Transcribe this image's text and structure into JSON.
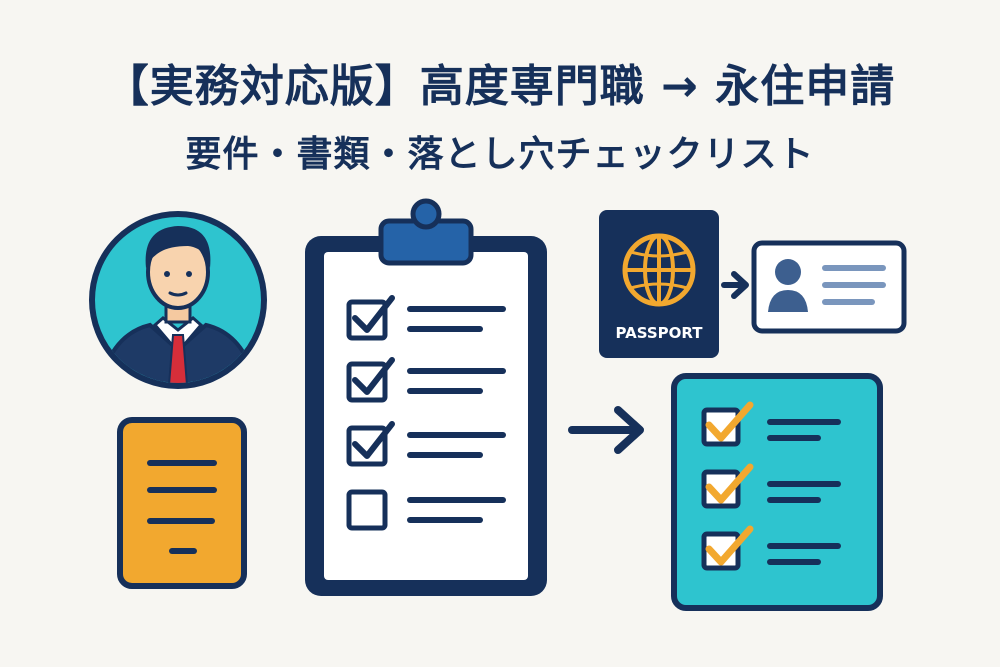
{
  "header": {
    "title": "【実務対応版】高度専門職 → 永住申請",
    "subtitle": "要件・書類・落とし穴チェックリスト"
  },
  "passport": {
    "label": "PASSPORT"
  },
  "colors": {
    "navy": "#16305a",
    "teal": "#2ec4cf",
    "orange": "#f2a82f",
    "tie_red": "#d62e3a",
    "background": "#f7f6f2"
  },
  "checklist": {
    "items_checked": [
      true,
      true,
      true,
      false
    ]
  },
  "icons": [
    "person-avatar-icon",
    "document-icon",
    "clipboard-icon",
    "passport-icon",
    "globe-icon",
    "id-card-icon",
    "arrow-right-icon",
    "checklist-card-icon"
  ]
}
